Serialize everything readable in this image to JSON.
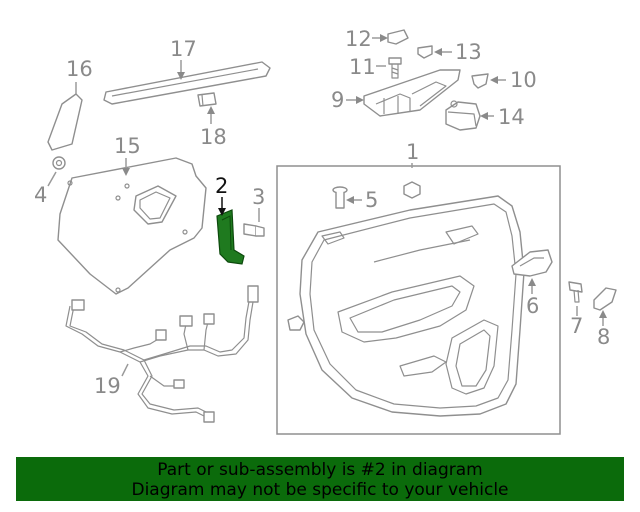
{
  "callouts": {
    "c1": "1",
    "c2": "2",
    "c3": "3",
    "c4": "4",
    "c5": "5",
    "c6": "6",
    "c7": "7",
    "c8": "8",
    "c9": "9",
    "c10": "10",
    "c11": "11",
    "c12": "12",
    "c13": "13",
    "c14": "14",
    "c15": "15",
    "c16": "16",
    "c17": "17",
    "c18": "18",
    "c19": "19"
  },
  "highlighted_part": "2",
  "colors": {
    "highlight_fill": "#1f7a1f",
    "banner_background": "#0b6b0b",
    "line_art": "#8f8f8f"
  },
  "banner": {
    "line1": "Part or sub-assembly is #2 in diagram",
    "line2": "Diagram may not be specific to your vehicle"
  }
}
